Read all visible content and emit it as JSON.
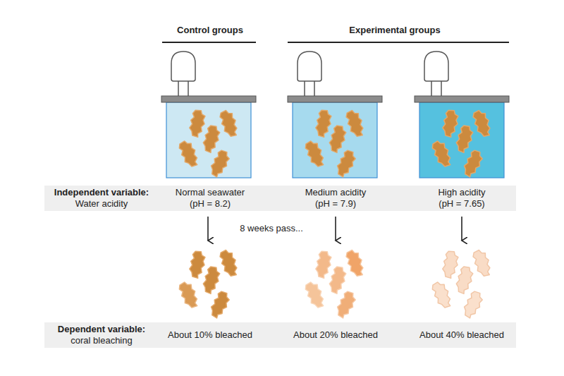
{
  "diagram": {
    "nodes": [
      {
        "text": [
          "Independent variable:",
          "Water acidity",
          "Normal seawater (pH = 8.2)",
          "Medium acidity (pH = 7.9)",
          "High acidity (pH = 7.65)"
        ]
      },
      {
        "text": [
          "Dependent variable:",
          "coral bleaching",
          "About 10% bleached",
          "About 20% bleached",
          "About 40% bleached"
        ]
      }
    ],
    "labels": [
      "Control groups",
      "Experimental groups",
      "8 weeks pass..."
    ]
  }
}
